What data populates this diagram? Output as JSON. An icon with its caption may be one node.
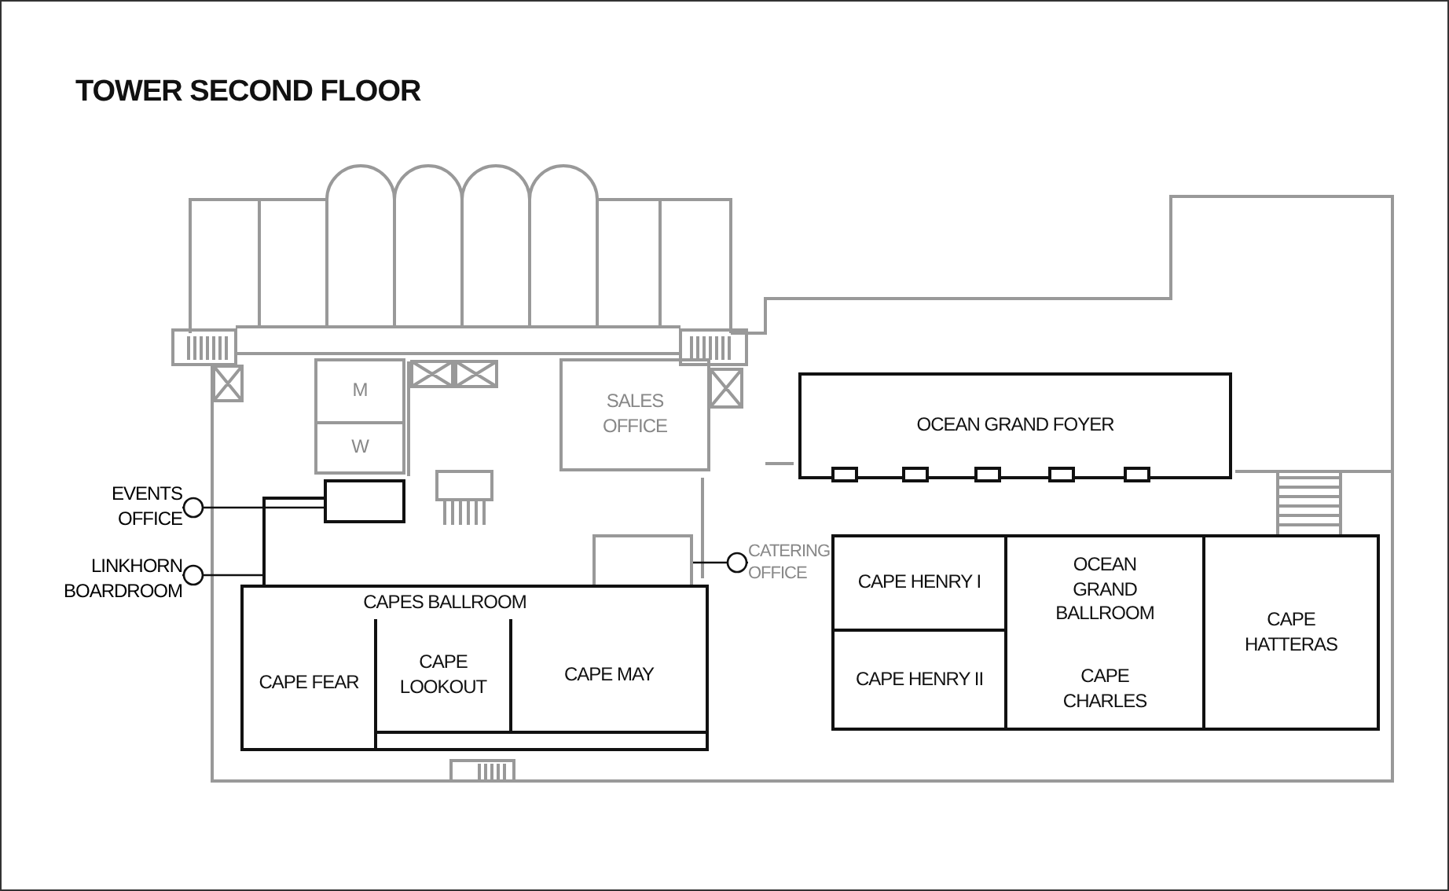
{
  "diagram": {
    "title": "TOWER SECOND FLOOR",
    "nodes": [
      {
        "text": [
          "M"
        ]
      },
      {
        "text": [
          "W"
        ]
      },
      {
        "text": [
          "SALES OFFICE"
        ]
      },
      {
        "text": [
          "OCEAN GRAND FOYER"
        ]
      },
      {
        "text": [
          "EVENTS OFFICE"
        ]
      },
      {
        "text": [
          "LINKHORN BOARDROOM"
        ]
      },
      {
        "text": [
          "CATERING OFFICE"
        ]
      },
      {
        "text": [],
        "shape": "box"
      },
      {
        "text": [],
        "shape": "box"
      },
      {
        "text": [],
        "shape": "box"
      },
      {
        "text": [
          "CAPES BALLROOM"
        ]
      },
      {
        "text": [
          "CAPE FEAR"
        ],
        "in": 10
      },
      {
        "text": [
          "CAPE LOOKOUT"
        ],
        "in": 10
      },
      {
        "text": [
          "CAPE MAY"
        ],
        "in": 10
      },
      {
        "text": [
          "OCEAN GRAND BALLROOM"
        ]
      },
      {
        "text": [
          "CAPE HENRY I"
        ],
        "in": 14
      },
      {
        "text": [
          "CAPE HENRY II"
        ],
        "in": 14
      },
      {
        "text": [
          "CAPE CHARLES"
        ],
        "in": 14
      },
      {
        "text": [
          "CAPE HATTERAS"
        ],
        "in": 14
      }
    ],
    "edges": [
      {
        "from": 4,
        "to": 7,
        "arrow": "other"
      },
      {
        "from": 5,
        "to": 8,
        "arrow": "other"
      },
      {
        "from": 6,
        "to": 9,
        "arrow": "other"
      }
    ]
  }
}
